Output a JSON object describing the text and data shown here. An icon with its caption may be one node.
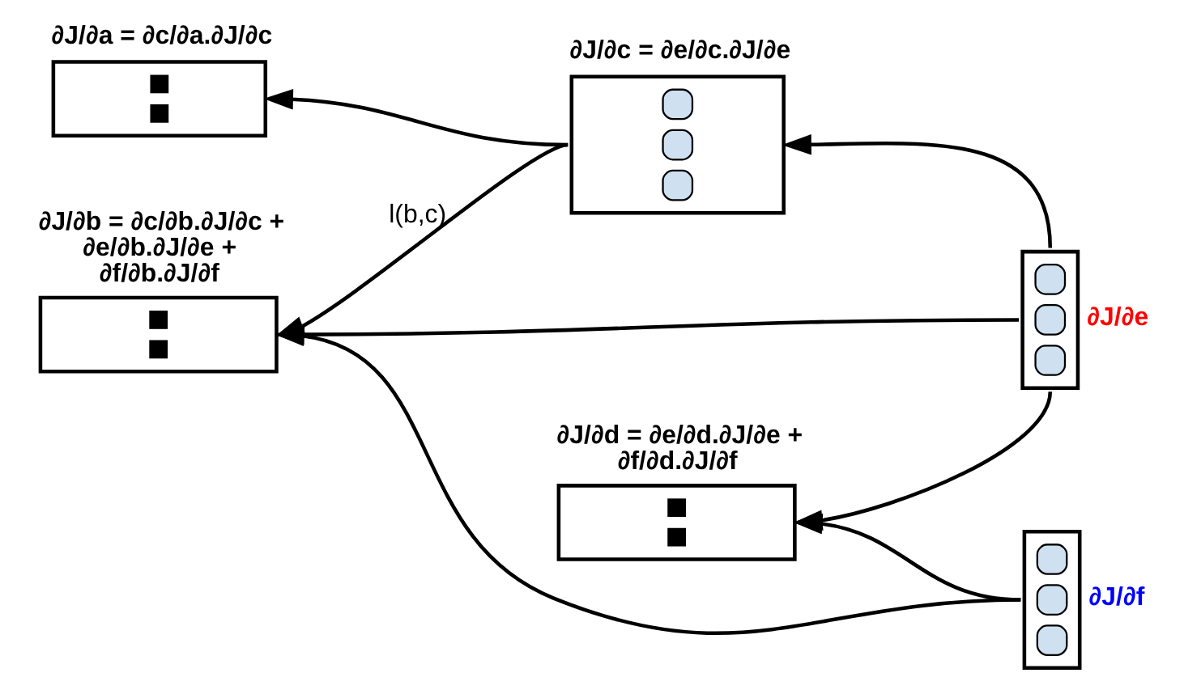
{
  "diagram": {
    "nodes": [
      {
        "text": [],
        "shape": "box",
        "beside": [
          "∂J/∂a = ∂c/∂a.∂J/∂c"
        ]
      },
      {
        "text": [],
        "shape": "box",
        "beside": [
          "∂J/∂c = ∂e/∂c.∂J/∂e"
        ]
      },
      {
        "text": [],
        "shape": "box",
        "beside": [
          "∂J/∂b = ∂c/∂b.∂J/∂c + ∂e/∂b.∂J/∂e + ∂f/∂b.∂J/∂f"
        ]
      },
      {
        "text": [],
        "shape": "box",
        "beside": [
          "∂J/∂e"
        ]
      },
      {
        "text": [],
        "shape": "box",
        "beside": [
          "∂J/∂d = ∂e/∂d.∂J/∂e + ∂f/∂d.∂J/∂f"
        ]
      },
      {
        "text": [],
        "shape": "box",
        "beside": [
          "∂J/∂f"
        ]
      }
    ],
    "edges": [
      {
        "from": 1,
        "to": 0,
        "arrow": "to"
      },
      {
        "from": 1,
        "to": 2,
        "arrow": "to",
        "label": "l(b,c)"
      },
      {
        "from": 3,
        "to": 1,
        "arrow": "to"
      },
      {
        "from": 3,
        "to": 2,
        "arrow": "to"
      },
      {
        "from": 3,
        "to": 4,
        "arrow": "to"
      },
      {
        "from": 5,
        "to": 4,
        "arrow": "to"
      },
      {
        "from": 5,
        "to": 2,
        "arrow": "to"
      }
    ]
  }
}
